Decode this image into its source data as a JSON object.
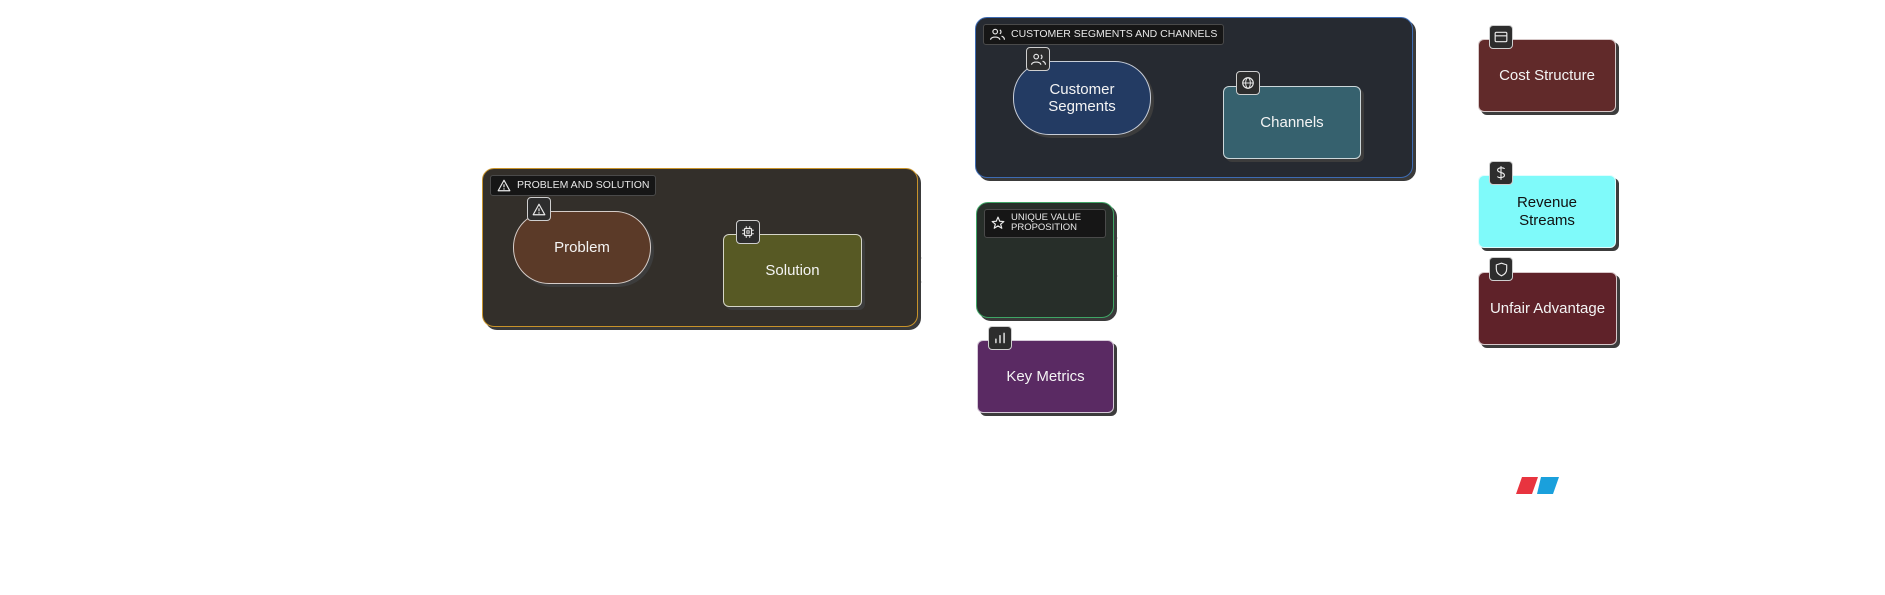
{
  "groups": {
    "problem_solution": {
      "label": "PROBLEM AND SOLUTION"
    },
    "customer": {
      "label": "CUSTOMER SEGMENTS AND CHANNELS"
    },
    "uvp": {
      "label": "UNIQUE VALUE\nPROPOSITION"
    }
  },
  "nodes": {
    "problem": {
      "label": "Problem",
      "icon": "warning-icon"
    },
    "solution": {
      "label": "Solution",
      "icon": "cpu-chip-icon"
    },
    "customer_segments": {
      "label": "Customer\nSegments",
      "icon": "users-icon"
    },
    "channels": {
      "label": "Channels",
      "icon": "globe-icon"
    },
    "key_metrics": {
      "label": "Key Metrics",
      "icon": "bar-chart-icon"
    },
    "cost_structure": {
      "label": "Cost Structure",
      "icon": "credit-card-icon"
    },
    "revenue_streams": {
      "label": "Revenue\nStreams",
      "icon": "dollar-icon"
    },
    "unfair_advantage": {
      "label": "Unfair Advantage",
      "icon": "shield-icon"
    }
  },
  "colors": {
    "problem_group_border": "#c8932a",
    "customer_group_border": "#3d6bb3",
    "uvp_group_border": "#3fa565",
    "problem": "#5b3a28",
    "solution": "#575924",
    "customer_segments": "#233b63",
    "channels": "#36616e",
    "key_metrics": "#5a2a63",
    "cost_structure": "#612a2a",
    "revenue_streams": "#7ffafa",
    "unfair_advantage": "#5f2229",
    "logo_red": "#e8343f",
    "logo_blue": "#1aa0dc"
  }
}
